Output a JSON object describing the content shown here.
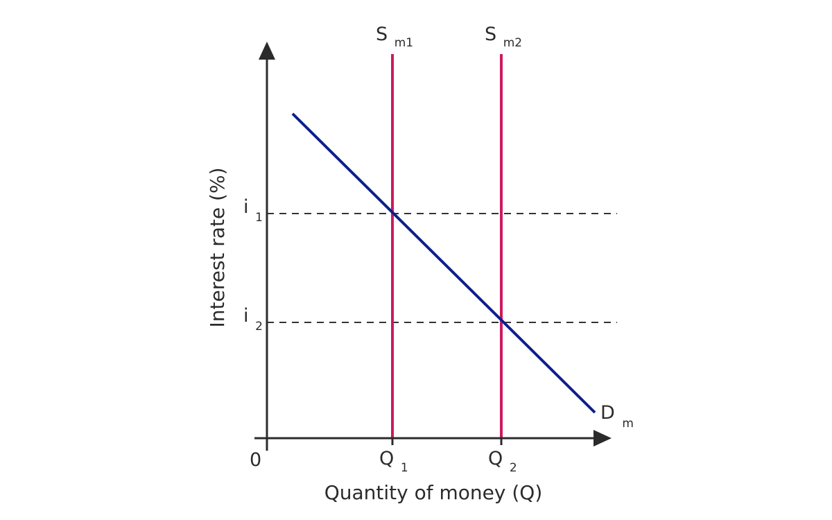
{
  "diagram": {
    "y_axis_label": "Interest rate (%)",
    "x_axis_label": "Quantity of money (Q)",
    "origin_label": "0",
    "supply_curves": [
      {
        "label": "S",
        "subscript": "m1"
      },
      {
        "label": "S",
        "subscript": "m2"
      }
    ],
    "demand_curve": {
      "label": "D",
      "subscript": "m"
    },
    "rate_levels": [
      {
        "label": "i",
        "subscript": "1"
      },
      {
        "label": "i",
        "subscript": "2"
      }
    ],
    "quantity_levels": [
      {
        "label": "Q",
        "subscript": "1"
      },
      {
        "label": "Q",
        "subscript": "2"
      }
    ],
    "colors": {
      "axes": "#2b2b2b",
      "supply": "#cc1a5e",
      "demand": "#0c1f8c",
      "guides": "#333333"
    }
  }
}
